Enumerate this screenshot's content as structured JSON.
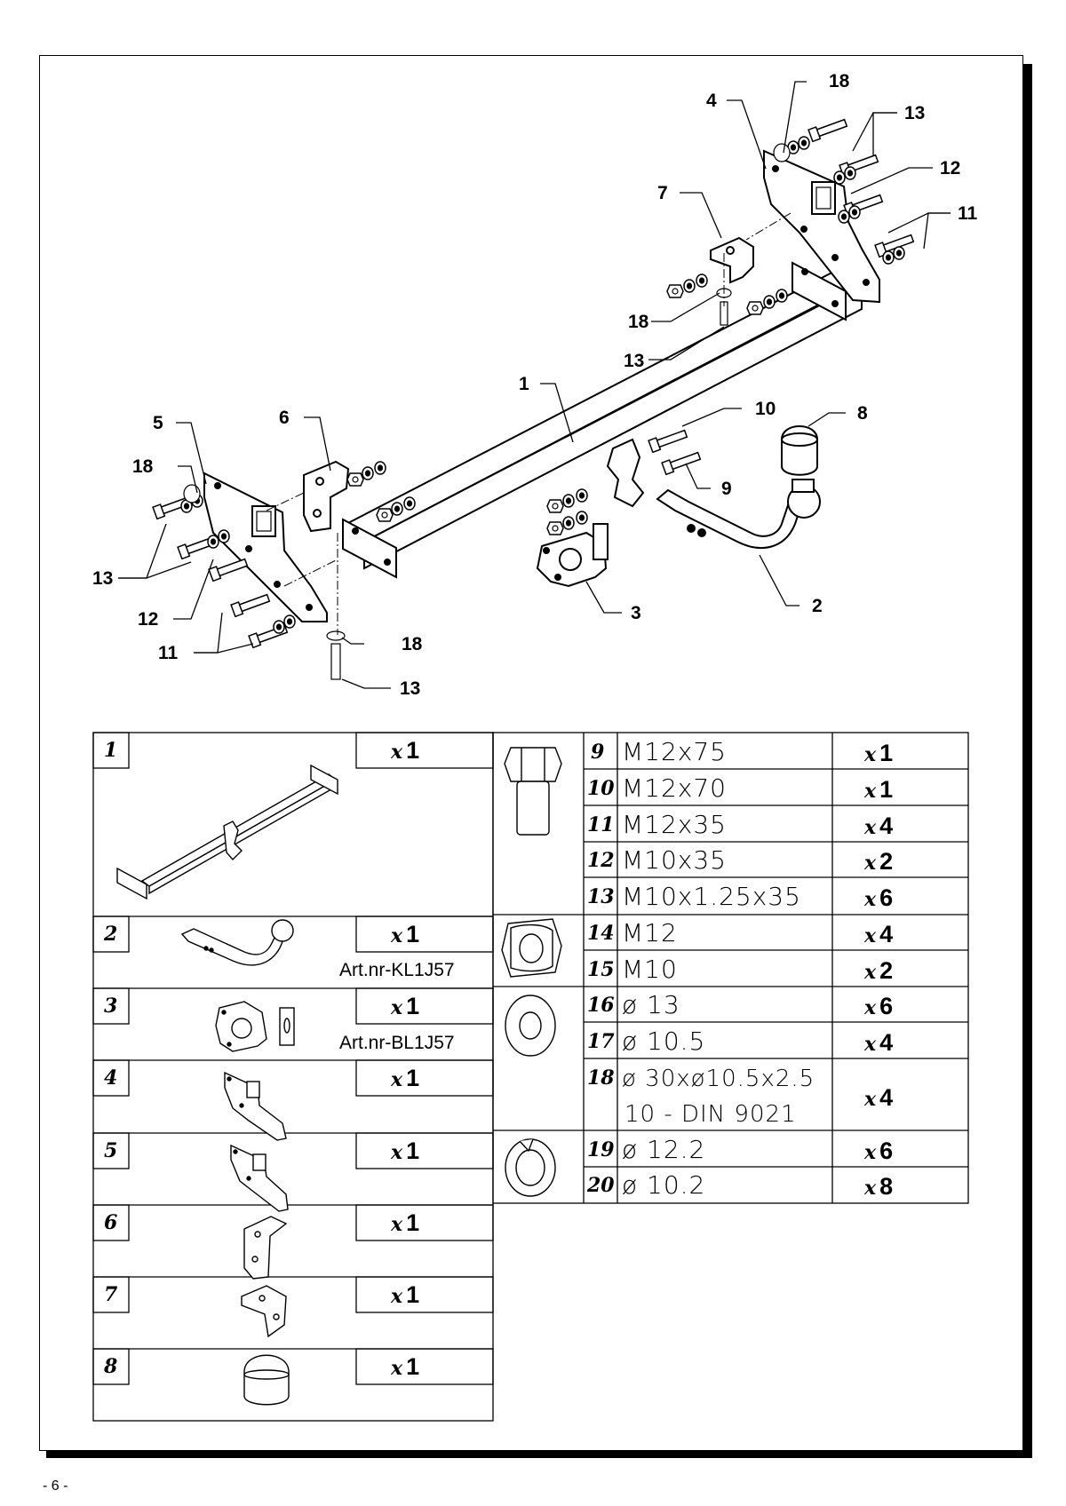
{
  "page_number": "- 6 -",
  "diagram": {
    "callouts": [
      "18",
      "13",
      "4",
      "12",
      "11",
      "7",
      "18",
      "13",
      "1",
      "10",
      "8",
      "9",
      "2",
      "3",
      "5",
      "6",
      "18",
      "13",
      "12",
      "11",
      "18",
      "13"
    ]
  },
  "parts": [
    {
      "num": "1",
      "qty_prefix": "x",
      "qty": "1",
      "note": ""
    },
    {
      "num": "2",
      "qty_prefix": "x",
      "qty": "1",
      "note": "Art.nr-KL1J57"
    },
    {
      "num": "3",
      "qty_prefix": "x",
      "qty": "1",
      "note": "Art.nr-BL1J57"
    },
    {
      "num": "4",
      "qty_prefix": "x",
      "qty": "1",
      "note": ""
    },
    {
      "num": "5",
      "qty_prefix": "x",
      "qty": "1",
      "note": ""
    },
    {
      "num": "6",
      "qty_prefix": "x",
      "qty": "1",
      "note": ""
    },
    {
      "num": "7",
      "qty_prefix": "x",
      "qty": "1",
      "note": ""
    },
    {
      "num": "8",
      "qty_prefix": "x",
      "qty": "1",
      "note": ""
    }
  ],
  "hardware": [
    {
      "num": "9",
      "spec": "M12x75",
      "qty_prefix": "x",
      "qty": "1"
    },
    {
      "num": "10",
      "spec": "M12x70",
      "qty_prefix": "x",
      "qty": "1"
    },
    {
      "num": "11",
      "spec": "M12x35",
      "qty_prefix": "x",
      "qty": "4"
    },
    {
      "num": "12",
      "spec": "M10x35",
      "qty_prefix": "x",
      "qty": "2"
    },
    {
      "num": "13",
      "spec": "M10x1.25x35",
      "qty_prefix": "x",
      "qty": "6"
    },
    {
      "num": "14",
      "spec": "M12",
      "qty_prefix": "x",
      "qty": "4"
    },
    {
      "num": "15",
      "spec": "M10",
      "qty_prefix": "x",
      "qty": "2"
    },
    {
      "num": "16",
      "spec": "ø 13",
      "qty_prefix": "x",
      "qty": "6"
    },
    {
      "num": "17",
      "spec": "ø 10.5",
      "qty_prefix": "x",
      "qty": "4"
    },
    {
      "num": "18",
      "spec": "ø 30xø10.5x2.5",
      "spec2": "10 - DIN 9021",
      "qty_prefix": "x",
      "qty": "4"
    },
    {
      "num": "19",
      "spec": "ø 12.2",
      "qty_prefix": "x",
      "qty": "6"
    },
    {
      "num": "20",
      "spec": "ø 10.2",
      "qty_prefix": "x",
      "qty": "8"
    }
  ]
}
